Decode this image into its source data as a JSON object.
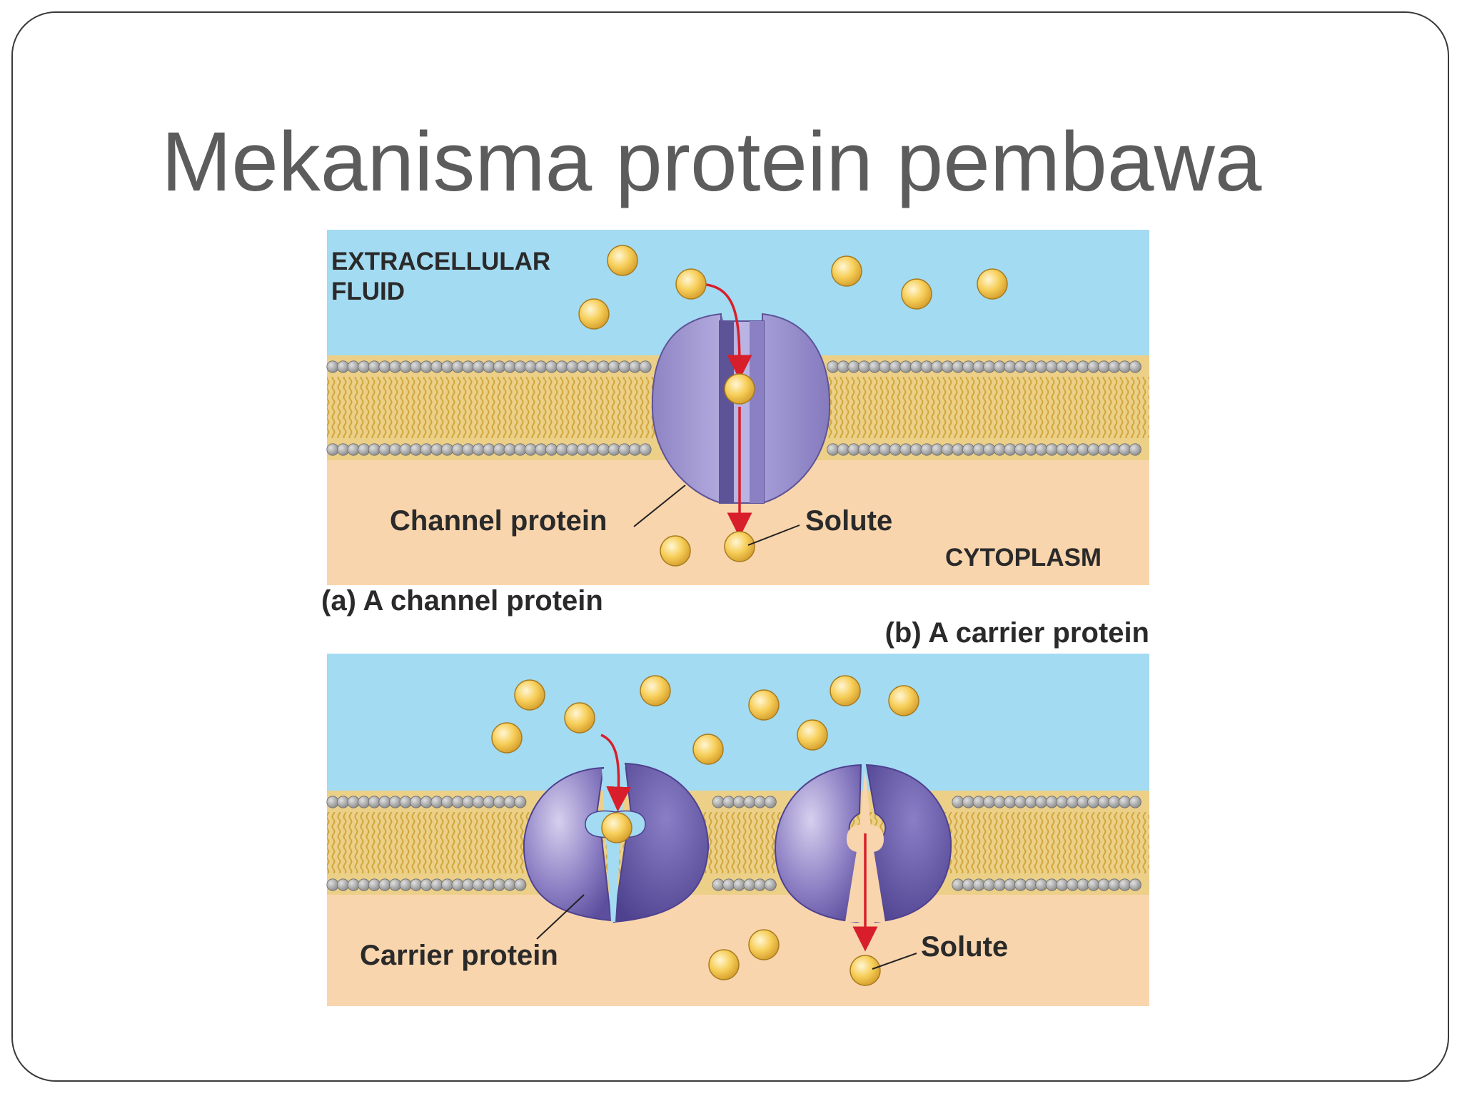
{
  "slide": {
    "title": "Mekanisma protein pembawa"
  },
  "panel_a": {
    "caption": "(a) A channel protein",
    "label_extracellular_line1": "EXTRACELLULAR",
    "label_extracellular_line2": "FLUID",
    "label_cytoplasm": "CYTOPLASM",
    "label_channel_protein": "Channel protein",
    "label_solute": "Solute"
  },
  "panel_b": {
    "caption": "(b) A carrier protein",
    "label_carrier_protein": "Carrier protein",
    "label_solute": "Solute"
  },
  "colors": {
    "extracellular": "#a3dbf2",
    "cytoplasm": "#f9d5ad",
    "lipid_tail": "#dcb44a",
    "lipid_head": "#9a9a9a",
    "protein": "#9d94cf",
    "protein_dark": "#6a5fa8",
    "solute": "#f5c94e",
    "arrow": "#d81e2a",
    "title_text": "#5c5c5c",
    "label_text": "#2a2a2a"
  },
  "icons": [
    "solute-molecule-icon",
    "channel-protein-icon",
    "carrier-protein-icon",
    "arrow-icon"
  ]
}
